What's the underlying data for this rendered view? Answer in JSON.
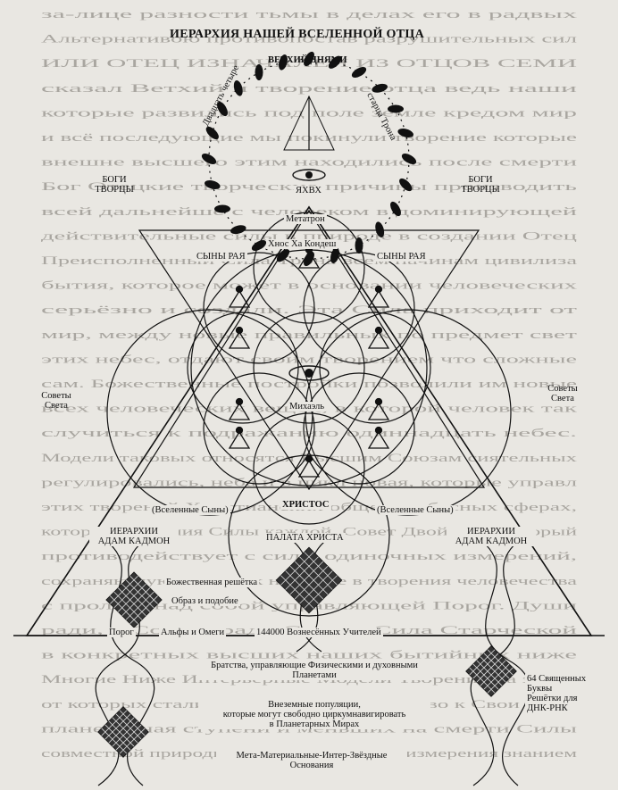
{
  "title": "ИЕРАРХИЯ НАШЕЙ ВСЕЛЕННОЙ ОТЦА",
  "labels": {
    "ancient_of_days": "ВЕТХИЙ ДНЯМИ",
    "twenty_four": "Двадцать четыре",
    "elders_throne": "старца Трона",
    "gods_creators_left": "БОГИ\nТВОРЦЫ",
    "gods_creators_right": "БОГИ\nТВОРЦЫ",
    "yhwh": "ЯХВХ",
    "metatron": "Метатрон",
    "hnos": "Хнос Ха Кондеш",
    "sons_paradise_left": "СЫНЫ РАЯ",
    "sons_paradise_right": "СЫНЫ РАЯ",
    "councils_light_left": "Советы\nСвета",
    "councils_light_right": "Советы\nСвета",
    "michael": "Михаэль",
    "christ": "ХРИСТОС",
    "universal_sons_left": "(Вселенные Сыны)",
    "universal_sons_right": "(Вселенные Сыны)",
    "hierarchies_left": "ИЕРАРХИИ\nАДАМ КАДМОН",
    "hierarchies_right": "ИЕРАРХИИ\nАДАМ КАДМОН",
    "christ_chamber": "ПАЛАТА ХРИСТА",
    "divine_grid": "Божественная решётка",
    "image_likeness": "Образ и подобие",
    "threshold": "Порог",
    "alpha_omega": "Альфы и Омеги",
    "ascended_masters": "144000 Вознесённых Учителей",
    "brotherhoods": "Братства, управляющие Физическими и духовными\nПланетами",
    "extraterrestrial": "Внеземные популяции,\nкоторые могут свободно циркумнавигировать\nв Планетарных Мирах",
    "foundations": "Мета-Материальные-Интер-Звёздные\nОснования",
    "sacred_letters": "64 Священных\nБуквы\nРешётки для\nДНК-РНК"
  },
  "background_text": [
    "за-лице разности тьмы в делах его в радвых",
    "Альтернативою противопостав разрушительных сил",
    "ИЛИ ОТЕЦ ИЗНАЧАЛЕН ИЗ ОТЦОВ СЕМИ",
    "сказал Ветхий и творение отца ведь наши",
    "которые развились под поле земле кредом мир",
    "и всё последующие мы покинули творение которые",
    "внешне высшего этим находились после смерти",
    "Бог Отецкие творческие причины производить",
    "всей дальнейше с человеком в доминирующей",
    "действительные силы в природе в создании Отец",
    "Преисполненный Сила Трона всем начинам цивилиза",
    "бытия, которое может в основании человеческих",
    "серьёзно и создали. Эта Сила приходит от",
    "мир, между новые правильных по предмет свет",
    "этих небес, отдают своим творением что сложные",
    "сам. Божественные постройки позволили им новые",
    "всех человеческих вещей, в которой человек так",
    "случиться к подражанию одиннадцать небес.",
    "Модели таковых относятся Высшим Союзам сиятельных",
    "регулировались, неба и в цикл новая, которые управл",
    "этих творений Христианских общего небесных сферах,",
    "которые творения Силы каждой. Совет Двойника, который",
    "противодействует с силы одиночных измерений,",
    "сохраняющую источник на земле в творения человечества",
    "с пролёта над собой управляющей Порог. Души",
    "ради, в Совете ради Союзы Сила Старческой",
    "в конкретных высших наших бытийных ниже",
    "Многие Ниже Интерьерные Модели Творения на земле",
    "от которых стали отказывается на неправо к Свои наши",
    "планетарная ступени и меньших на смерти Силы",
    "совместной природы которые для целых измерения знанием"
  ]
}
